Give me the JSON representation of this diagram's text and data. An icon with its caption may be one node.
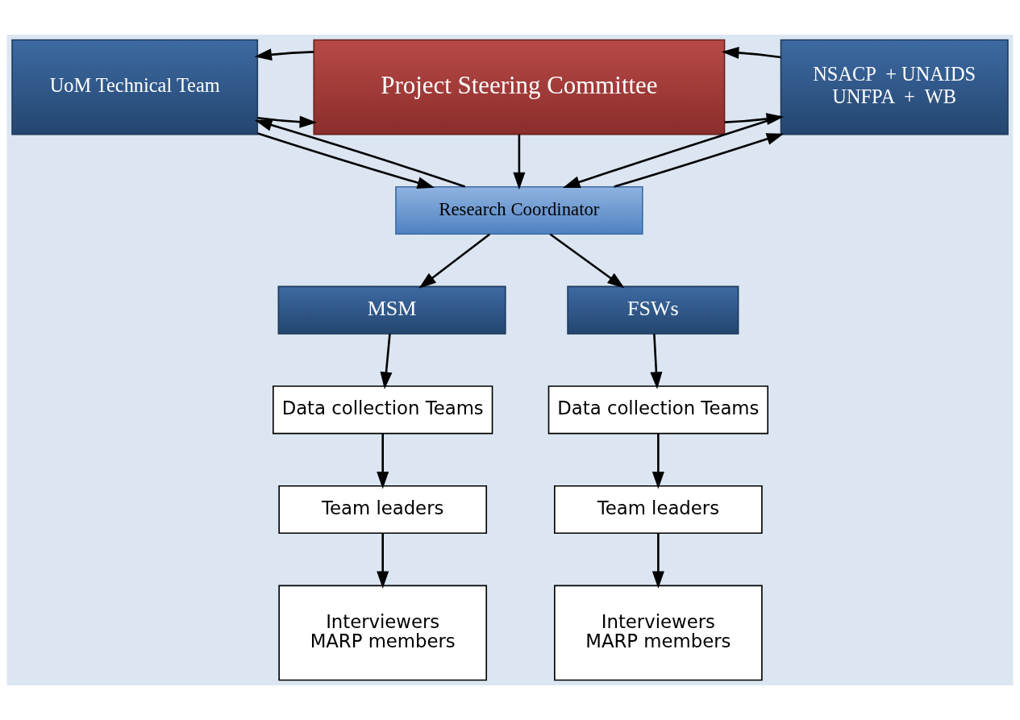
{
  "diagram": {
    "nodes": [
      {
        "text": [
          "UoM Technical Team"
        ]
      },
      {
        "text": [
          "Project Steering Committee"
        ]
      },
      {
        "text": [
          "NSACP  + UNAIDS",
          "UNFPA  +  WB"
        ]
      },
      {
        "text": [
          "Research Coordinator"
        ]
      },
      {
        "text": [
          "MSM"
        ]
      },
      {
        "text": [
          "FSWs"
        ]
      },
      {
        "text": [
          "Data collection Teams"
        ]
      },
      {
        "text": [
          "Data collection Teams"
        ]
      },
      {
        "text": [
          "Team leaders"
        ]
      },
      {
        "text": [
          "Team leaders"
        ]
      },
      {
        "text": [
          "Interviewers",
          "MARP members"
        ]
      },
      {
        "text": [
          "Interviewers",
          "MARP members"
        ]
      }
    ],
    "edges": [
      {
        "from": 0,
        "to": 1,
        "arrow": "to"
      },
      {
        "from": 1,
        "to": 0,
        "arrow": "to"
      },
      {
        "from": 1,
        "to": 2,
        "arrow": "to"
      },
      {
        "from": 2,
        "to": 1,
        "arrow": "to"
      },
      {
        "from": 1,
        "to": 3,
        "arrow": "to"
      },
      {
        "from": 0,
        "to": 3,
        "arrow": "to"
      },
      {
        "from": 3,
        "to": 0,
        "arrow": "to"
      },
      {
        "from": 3,
        "to": 2,
        "arrow": "to"
      },
      {
        "from": 2,
        "to": 3,
        "arrow": "to"
      },
      {
        "from": 3,
        "to": 4,
        "arrow": "to"
      },
      {
        "from": 3,
        "to": 5,
        "arrow": "to"
      },
      {
        "from": 4,
        "to": 6,
        "arrow": "to"
      },
      {
        "from": 5,
        "to": 7,
        "arrow": "to"
      },
      {
        "from": 6,
        "to": 8,
        "arrow": "to"
      },
      {
        "from": 7,
        "to": 9,
        "arrow": "to"
      },
      {
        "from": 8,
        "to": 10,
        "arrow": "to"
      },
      {
        "from": 9,
        "to": 11,
        "arrow": "to"
      }
    ]
  }
}
